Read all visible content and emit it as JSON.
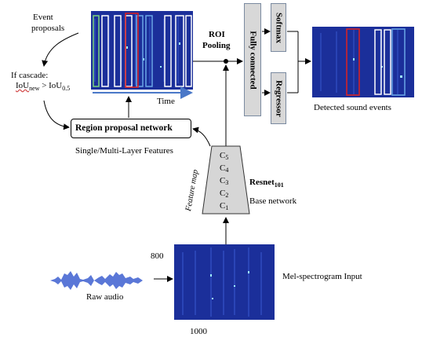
{
  "labels": {
    "event_proposals_1": "Event",
    "event_proposals_2": "proposals",
    "if_cascade": "If cascade:",
    "iou_new_base": "IoU",
    "iou_new_sub": "new",
    "gt": " > IoU",
    "iou_sub": "0.5",
    "time": "Time",
    "roi_1": "ROI",
    "roi_2": "Pooling",
    "fully_connected": "Fully connected",
    "softmax": "Softmax",
    "regressor": "Regressor",
    "detected": "Detected sound events",
    "rpn": "Region proposal network",
    "features": "Single/Multi-Layer Features",
    "feature_map": "Feature map",
    "c5": "C5",
    "c4": "C4",
    "c3": "C3",
    "c2": "C2",
    "c1": "C1",
    "resnet_base": "Resnet",
    "resnet_sub": "101",
    "base_network": "Base network",
    "freq_800": "800",
    "raw_audio": "Raw audio",
    "mel_input": "Mel-spectrogram Input",
    "freq_1000": "1000"
  },
  "colors": {
    "spectrogram_bg": "#1a2f9c",
    "proposal_red": "#e02020",
    "proposal_white": "#ffffff",
    "proposal_green": "#7ed37e",
    "proposal_blue": "#6aa7e8",
    "time_arrow": "#4a78c8",
    "module_fill": "#d8d8d8",
    "waveform": "#3d5fd0"
  }
}
